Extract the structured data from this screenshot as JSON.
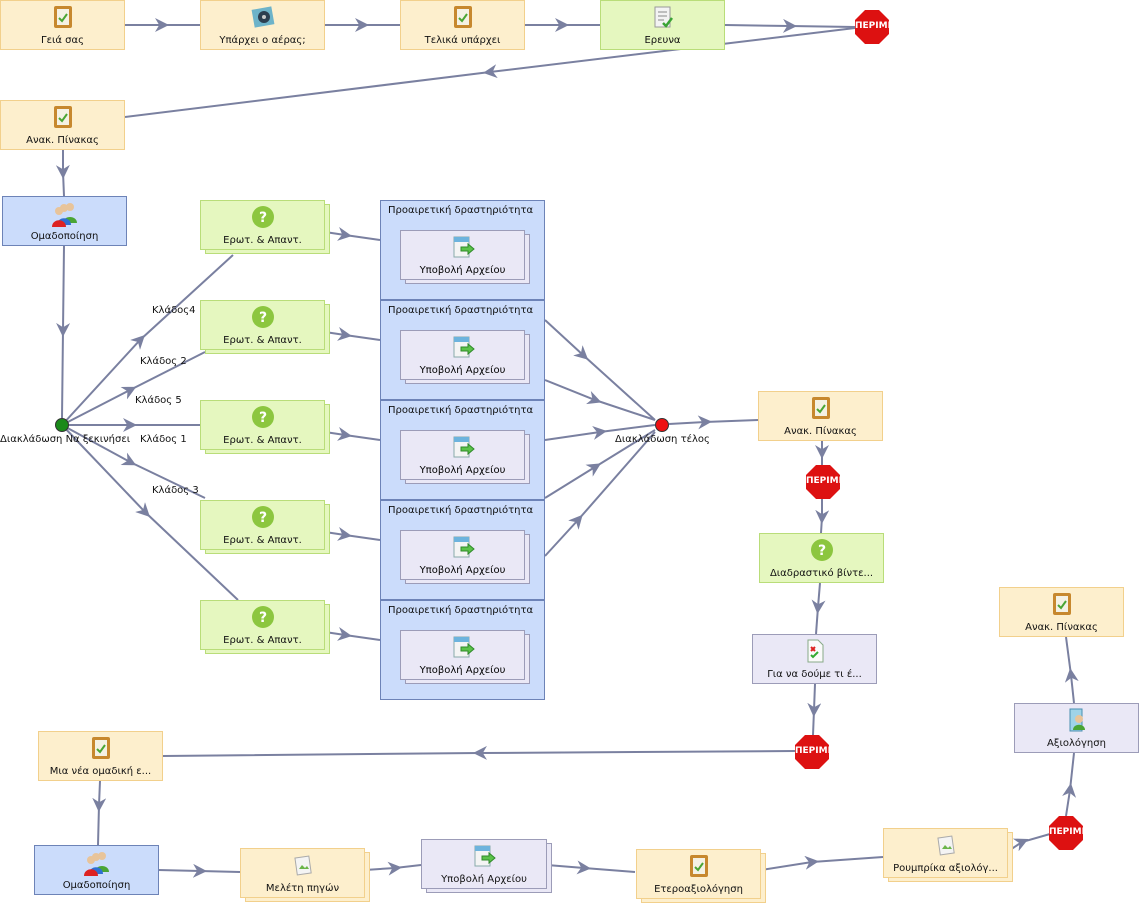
{
  "colors": {
    "edge": "#7a80a0",
    "start_gate": "#1a8a1a",
    "end_gate": "#ee1111",
    "stop": "#dd1111"
  },
  "nodes": {
    "hello": "Γειά σας",
    "air": "Υπάρχει ο αέρας;",
    "finally": "Τελικά υπάρχει",
    "research": "Ερευνα",
    "wait_top": "ΠΕΡΙΜΕΝΕ",
    "board1": "Ανακ. Πίνακας",
    "grouping1": "Ομαδοποίηση",
    "qa": "Ερωτ. & Απαντ.",
    "optional": "Προαιρετική δραστηριότητα",
    "submit": "Υποβολή Αρχείου",
    "gate_start": "Διακλάδωση Να ξεκινήσει",
    "gate_end": "Διακλάδωση τέλος",
    "branches": [
      "Κλάδος4",
      "Κλάδος 2",
      "Κλάδος 5",
      "Κλάδος 1",
      "Κλάδος 3"
    ],
    "board2": "Ανακ. Πίνακας",
    "wait_mid": "ΠΕΡΙΜΕΝΕ",
    "video": "Διαδραστικό βίντε...",
    "check": "Για να δούμε τι έ...",
    "wait_low": "ΠΕΡΙΜΕΝΕ",
    "new_group": "Μια νέα ομαδική ε...",
    "grouping2": "Ομαδοποίηση",
    "sources": "Μελέτη πηγών",
    "submit2": "Υποβολή Αρχείου",
    "peer": "Ετεροαξιολόγηση",
    "rubric": "Ρουμπρίκα αξιολόγ...",
    "wait_right": "ΠΕΡΙΜΕΝΕ",
    "assessment": "Αξιολόγηση",
    "board3": "Ανακ. Πίνακας"
  }
}
